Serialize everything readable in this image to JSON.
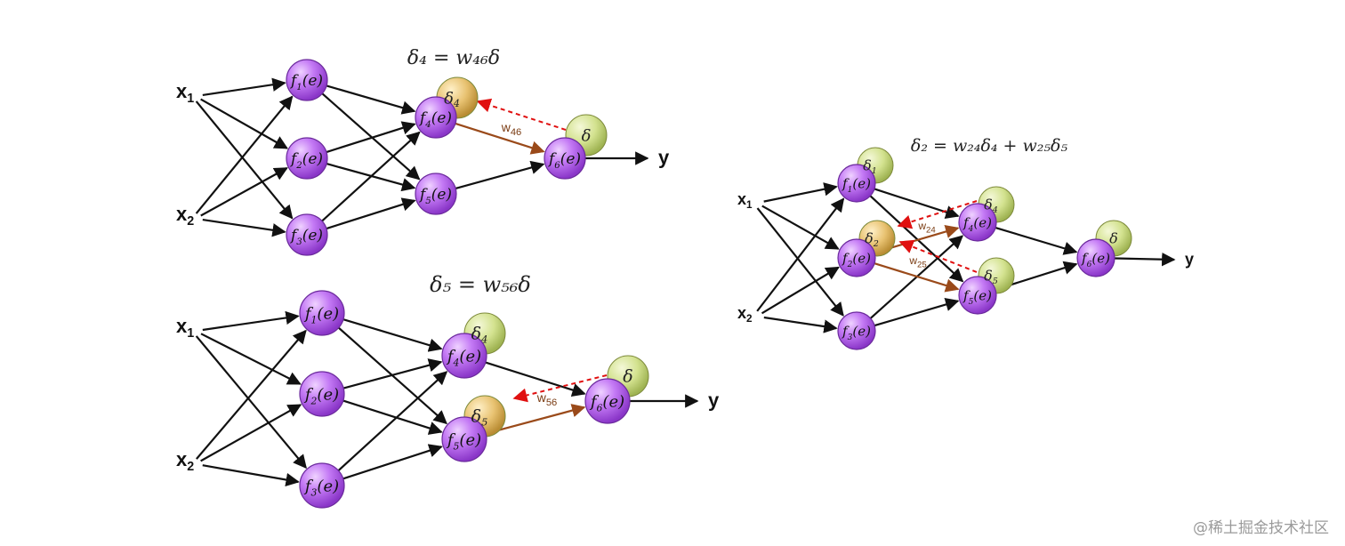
{
  "colors": {
    "node_fill": "#b55cf0",
    "node_stroke": "#6b2a9c",
    "delta_green": "#cfe08a",
    "delta_orange": "#e8c36e",
    "arrow": "#111111",
    "weight_arrow": "#9a4a1a",
    "backprop_arrow": "#e01010"
  },
  "diagrams": [
    {
      "id": "delta4",
      "formula": {
        "main": "δ₄ = w₄₆δ"
      },
      "inputs": [
        {
          "id": "x1",
          "label": "x",
          "sub": "1"
        },
        {
          "id": "x2",
          "label": "x",
          "sub": "2"
        }
      ],
      "output": {
        "label": "y"
      },
      "nodes": [
        {
          "id": "n1",
          "label": "f",
          "sub": "1",
          "arg": "(e)"
        },
        {
          "id": "n2",
          "label": "f",
          "sub": "2",
          "arg": "(e)"
        },
        {
          "id": "n3",
          "label": "f",
          "sub": "3",
          "arg": "(e)"
        },
        {
          "id": "n4",
          "label": "f",
          "sub": "4",
          "arg": "(e)"
        },
        {
          "id": "n5",
          "label": "f",
          "sub": "5",
          "arg": "(e)"
        },
        {
          "id": "n6",
          "label": "f",
          "sub": "6",
          "arg": "(e)"
        }
      ],
      "deltas": [
        {
          "id": "d4",
          "label": "δ",
          "sub": "4",
          "tone": "orange"
        },
        {
          "id": "d6",
          "label": "δ",
          "sub": "",
          "tone": "green"
        }
      ],
      "weights": [
        {
          "label": "w",
          "sub": "46"
        }
      ]
    },
    {
      "id": "delta5",
      "formula": {
        "main": "δ₅ = w₅₆δ"
      },
      "inputs": [
        {
          "id": "x1",
          "label": "x",
          "sub": "1"
        },
        {
          "id": "x2",
          "label": "x",
          "sub": "2"
        }
      ],
      "output": {
        "label": "y"
      },
      "nodes": [
        {
          "id": "n1",
          "label": "f",
          "sub": "1",
          "arg": "(e)"
        },
        {
          "id": "n2",
          "label": "f",
          "sub": "2",
          "arg": "(e)"
        },
        {
          "id": "n3",
          "label": "f",
          "sub": "3",
          "arg": "(e)"
        },
        {
          "id": "n4",
          "label": "f",
          "sub": "4",
          "arg": "(e)"
        },
        {
          "id": "n5",
          "label": "f",
          "sub": "5",
          "arg": "(e)"
        },
        {
          "id": "n6",
          "label": "f",
          "sub": "6",
          "arg": "(e)"
        }
      ],
      "deltas": [
        {
          "id": "d4",
          "label": "δ",
          "sub": "4",
          "tone": "green"
        },
        {
          "id": "d5",
          "label": "δ",
          "sub": "5",
          "tone": "orange"
        },
        {
          "id": "d6",
          "label": "δ",
          "sub": "",
          "tone": "green"
        }
      ],
      "weights": [
        {
          "label": "w",
          "sub": "56"
        }
      ]
    },
    {
      "id": "delta2",
      "formula": {
        "main": "δ₂ = w₂₄δ₄ + w₂₅δ₅"
      },
      "inputs": [
        {
          "id": "x1",
          "label": "x",
          "sub": "1"
        },
        {
          "id": "x2",
          "label": "x",
          "sub": "2"
        }
      ],
      "output": {
        "label": "y"
      },
      "nodes": [
        {
          "id": "n1",
          "label": "f",
          "sub": "1",
          "arg": "(e)"
        },
        {
          "id": "n2",
          "label": "f",
          "sub": "2",
          "arg": "(e)"
        },
        {
          "id": "n3",
          "label": "f",
          "sub": "3",
          "arg": "(e)"
        },
        {
          "id": "n4",
          "label": "f",
          "sub": "4",
          "arg": "(e)"
        },
        {
          "id": "n5",
          "label": "f",
          "sub": "5",
          "arg": "(e)"
        },
        {
          "id": "n6",
          "label": "f",
          "sub": "6",
          "arg": "(e)"
        }
      ],
      "deltas": [
        {
          "id": "d1",
          "label": "δ",
          "sub": "1",
          "tone": "green"
        },
        {
          "id": "d2",
          "label": "δ",
          "sub": "2",
          "tone": "orange"
        },
        {
          "id": "d4",
          "label": "δ",
          "sub": "4",
          "tone": "green"
        },
        {
          "id": "d5",
          "label": "δ",
          "sub": "5",
          "tone": "green"
        },
        {
          "id": "d6",
          "label": "δ",
          "sub": "",
          "tone": "green"
        }
      ],
      "weights": [
        {
          "label": "w",
          "sub": "24"
        },
        {
          "label": "w",
          "sub": "25"
        }
      ]
    }
  ],
  "watermark": "@稀土掘金技术社区"
}
